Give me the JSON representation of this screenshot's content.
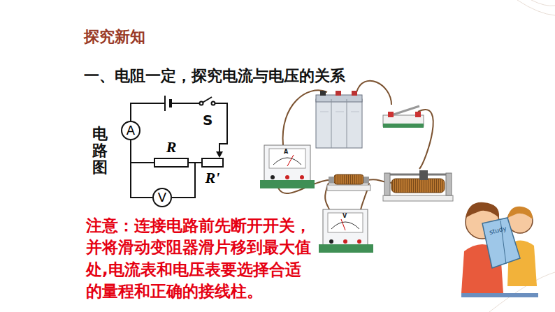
{
  "diagram": {
    "title": "探究新知",
    "nodes": [
      {
        "text": [
          "A"
        ]
      },
      {
        "text": [
          "R"
        ]
      },
      {
        "text": [
          "R'"
        ]
      },
      {
        "text": [
          "V"
        ]
      }
    ],
    "edges": [
      {
        "from": 0,
        "to": 1,
        "arrow": "none"
      },
      {
        "from": 1,
        "to": 2,
        "arrow": "none"
      },
      {
        "from": 0,
        "to": 3,
        "arrow": "none"
      },
      {
        "from": 3,
        "to": 2,
        "arrow": "none"
      }
    ],
    "labels": [
      "一、电阻一定，探究电流与电压的关系",
      "电路图",
      "S",
      "注意：连接电路前先断开开关，并将滑动变阻器滑片移到最大值处,电流表和电压表要选择合适的量程和正确的接线柱。",
      "A",
      "V",
      "study"
    ]
  }
}
